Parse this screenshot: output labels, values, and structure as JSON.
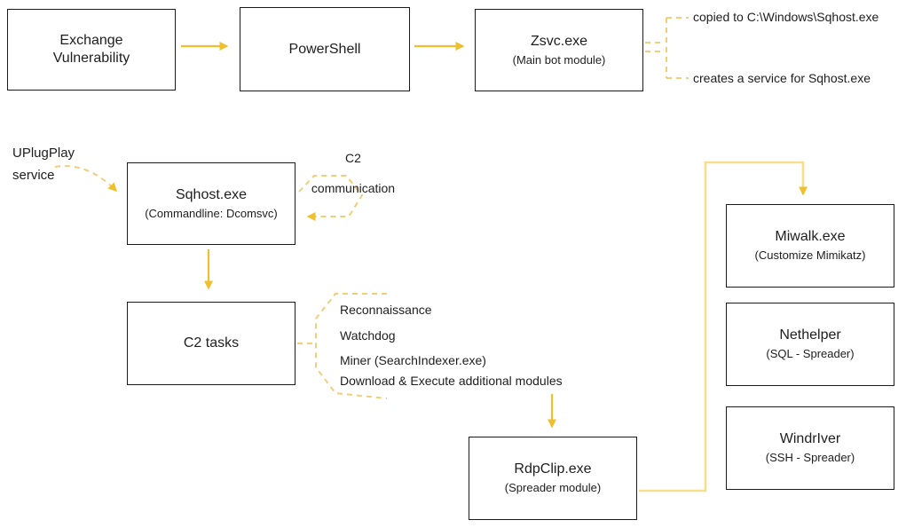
{
  "colors": {
    "arrow": "#efbf2e",
    "dash": "#f0ce7a",
    "light_line": "#f6de8d",
    "box_border": "#1b1b1b",
    "text": "#1e1e1e"
  },
  "nodes": {
    "exchange": {
      "title": "Exchange Vulnerability"
    },
    "powershell": {
      "title": "PowerShell"
    },
    "zsvc": {
      "title": "Zsvc.exe",
      "subtitle": "(Main bot module)"
    },
    "sqhost": {
      "title": "Sqhost.exe",
      "subtitle": "(Commandline: Dcomsvc)"
    },
    "c2tasks": {
      "title": "C2 tasks"
    },
    "rdpclip": {
      "title": "RdpClip.exe",
      "subtitle": "(Spreader module)"
    },
    "miwalk": {
      "title": "Miwalk.exe",
      "subtitle": "(Customize Mimikatz)"
    },
    "nethelper": {
      "title": "Nethelper",
      "subtitle": "(SQL - Spreader)"
    },
    "windriver": {
      "title": "WindrIver",
      "subtitle": "(SSH - Spreader)"
    }
  },
  "annotations": {
    "copied": "copied to C:\\Windows\\Sqhost.exe",
    "creates": "creates a service for Sqhost.exe",
    "uplugplay": {
      "line1": "UPlugPlay",
      "line2": "service"
    },
    "c2comm": {
      "line1": "C2",
      "line2": "communication"
    }
  },
  "tasks": {
    "items": [
      "Reconnaissance",
      "Watchdog",
      "Miner (SearchIndexer.exe)",
      "Download & Execute additional modules"
    ]
  }
}
